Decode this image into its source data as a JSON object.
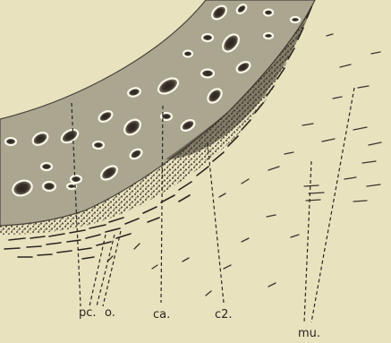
{
  "figure": {
    "background_color": "#e9e2bf",
    "tissue_color": "#aaa690",
    "ink_color": "#2a2620"
  },
  "labels": {
    "pc": "pc.",
    "o": "o.",
    "ca": "ca.",
    "c2": "c2.",
    "mu": "mu."
  }
}
